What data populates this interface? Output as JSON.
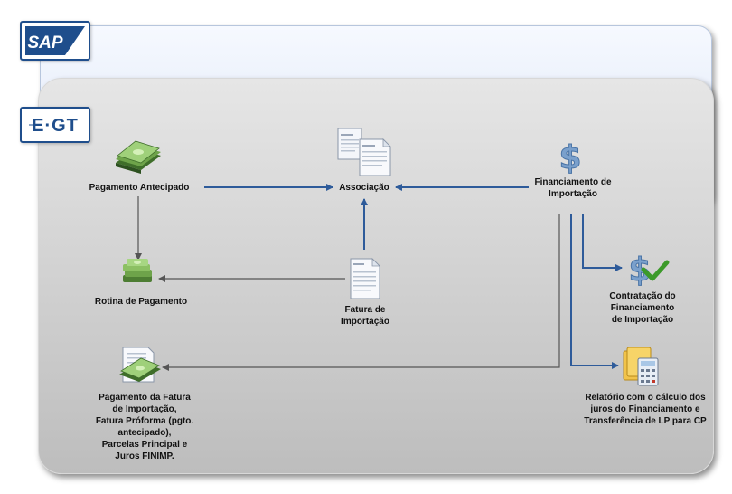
{
  "logos": {
    "sap": "SAP",
    "egt": "E-GT"
  },
  "nodes": {
    "pagamento_antecipado": "Pagamento Antecipado",
    "associacao": "Associação",
    "financiamento": "Financiamento de\nImportação",
    "rotina_pagamento": "Rotina de Pagamento",
    "fatura": "Fatura de\nImportação",
    "contratacao": "Contratação do\nFinanciamento\nde Importação",
    "pagamento_fatura": "Pagamento da Fatura\nde Importação,\nFatura Próforma (pgto.\nantecipado),\nParcelas Principal e\nJuros FINIMP.",
    "relatorio": "Relatório com o cálculo dos\njuros do Financiamento e\nTransferência de LP para CP"
  },
  "colors": {
    "arrow_blue": "#2e5b9a",
    "arrow_gray": "#555555",
    "sap_blue": "#1f4e8c"
  }
}
